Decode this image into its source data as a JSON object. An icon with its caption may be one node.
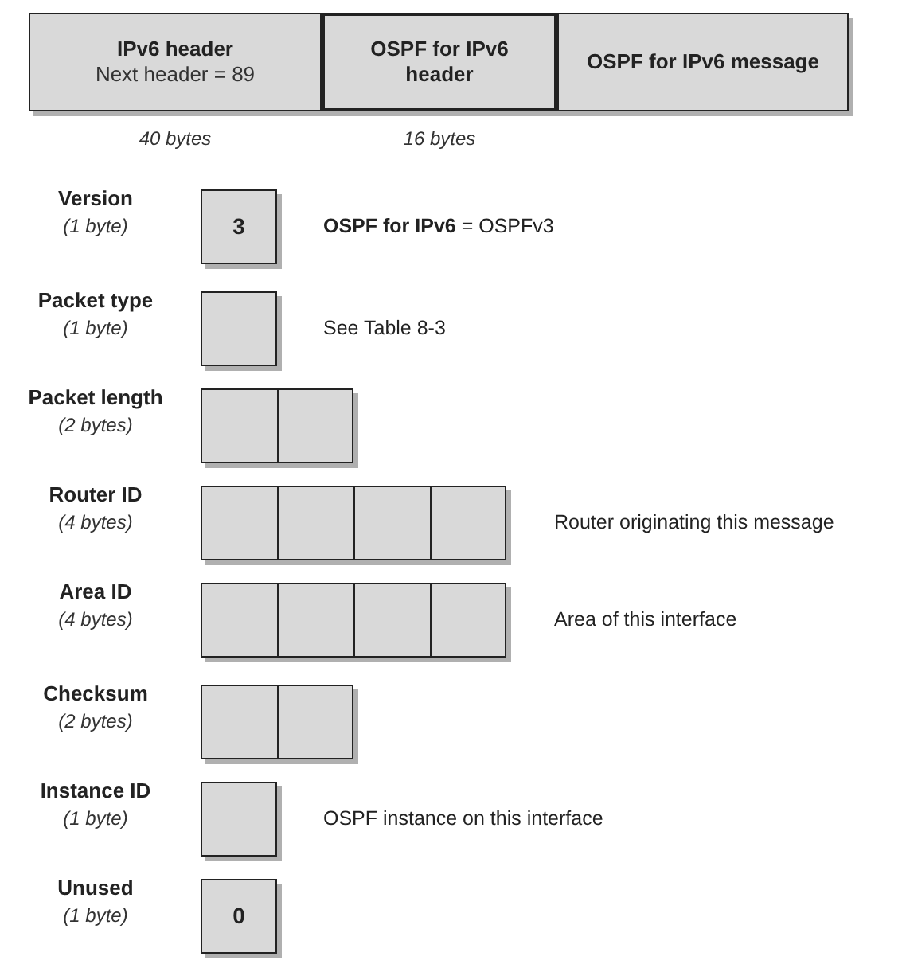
{
  "diagram": {
    "nodes": [
      {
        "text": [
          "IPv6 header",
          "Next header = 89"
        ],
        "beside": [
          "40 bytes"
        ]
      },
      {
        "text": [
          "OSPF for IPv6 header"
        ],
        "beside": [
          "16 bytes"
        ]
      },
      {
        "text": [
          "OSPF for IPv6 message"
        ]
      },
      {
        "text": [
          "3"
        ],
        "beside": [
          "Version",
          "(1 byte)",
          "**OSPF for IPv6** = OSPFv3"
        ]
      },
      {
        "text": [],
        "shape": "box",
        "beside": [
          "Packet type",
          "(1 byte)",
          "See Table 8-3"
        ]
      },
      {
        "text": [],
        "shape": "box",
        "beside": [
          "Packet length",
          "(2 bytes)"
        ]
      },
      {
        "text": [],
        "shape": "box",
        "beside": [
          "Router ID",
          "(4 bytes)",
          "Router originating this message"
        ]
      },
      {
        "text": [],
        "shape": "box",
        "beside": [
          "Area ID",
          "(4 bytes)",
          "Area of this interface"
        ]
      },
      {
        "text": [],
        "shape": "box",
        "beside": [
          "Checksum",
          "(2 bytes)"
        ]
      },
      {
        "text": [],
        "shape": "box",
        "beside": [
          "Instance ID",
          "(1 byte)",
          "OSPF instance on this interface"
        ]
      },
      {
        "text": [
          "0"
        ],
        "beside": [
          "Unused",
          "(1 byte)"
        ]
      }
    ]
  }
}
